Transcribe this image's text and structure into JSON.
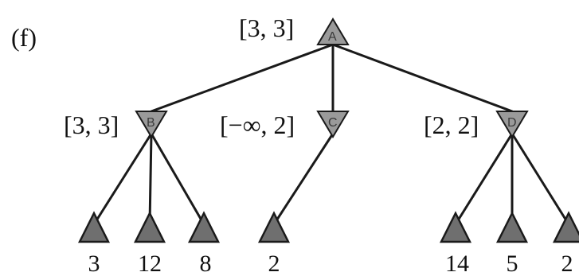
{
  "panel_label": "(f)",
  "colors": {
    "node_fill": "#9a9a9a",
    "node_stroke": "#1a1a1a",
    "leaf_fill": "#6f6f6f"
  },
  "root": {
    "id": "A",
    "type": "max",
    "bound": "[3, 3]"
  },
  "min_nodes": [
    {
      "id": "B",
      "type": "min",
      "bound": "[3, 3]"
    },
    {
      "id": "C",
      "type": "min",
      "bound": "[−∞, 2]"
    },
    {
      "id": "D",
      "type": "min",
      "bound": "[2, 2]"
    }
  ],
  "leaves": [
    {
      "parent": "B",
      "value": "3"
    },
    {
      "parent": "B",
      "value": "12"
    },
    {
      "parent": "B",
      "value": "8"
    },
    {
      "parent": "C",
      "value": "2"
    },
    {
      "parent": "D",
      "value": "14"
    },
    {
      "parent": "D",
      "value": "5"
    },
    {
      "parent": "D",
      "value": "2"
    }
  ]
}
